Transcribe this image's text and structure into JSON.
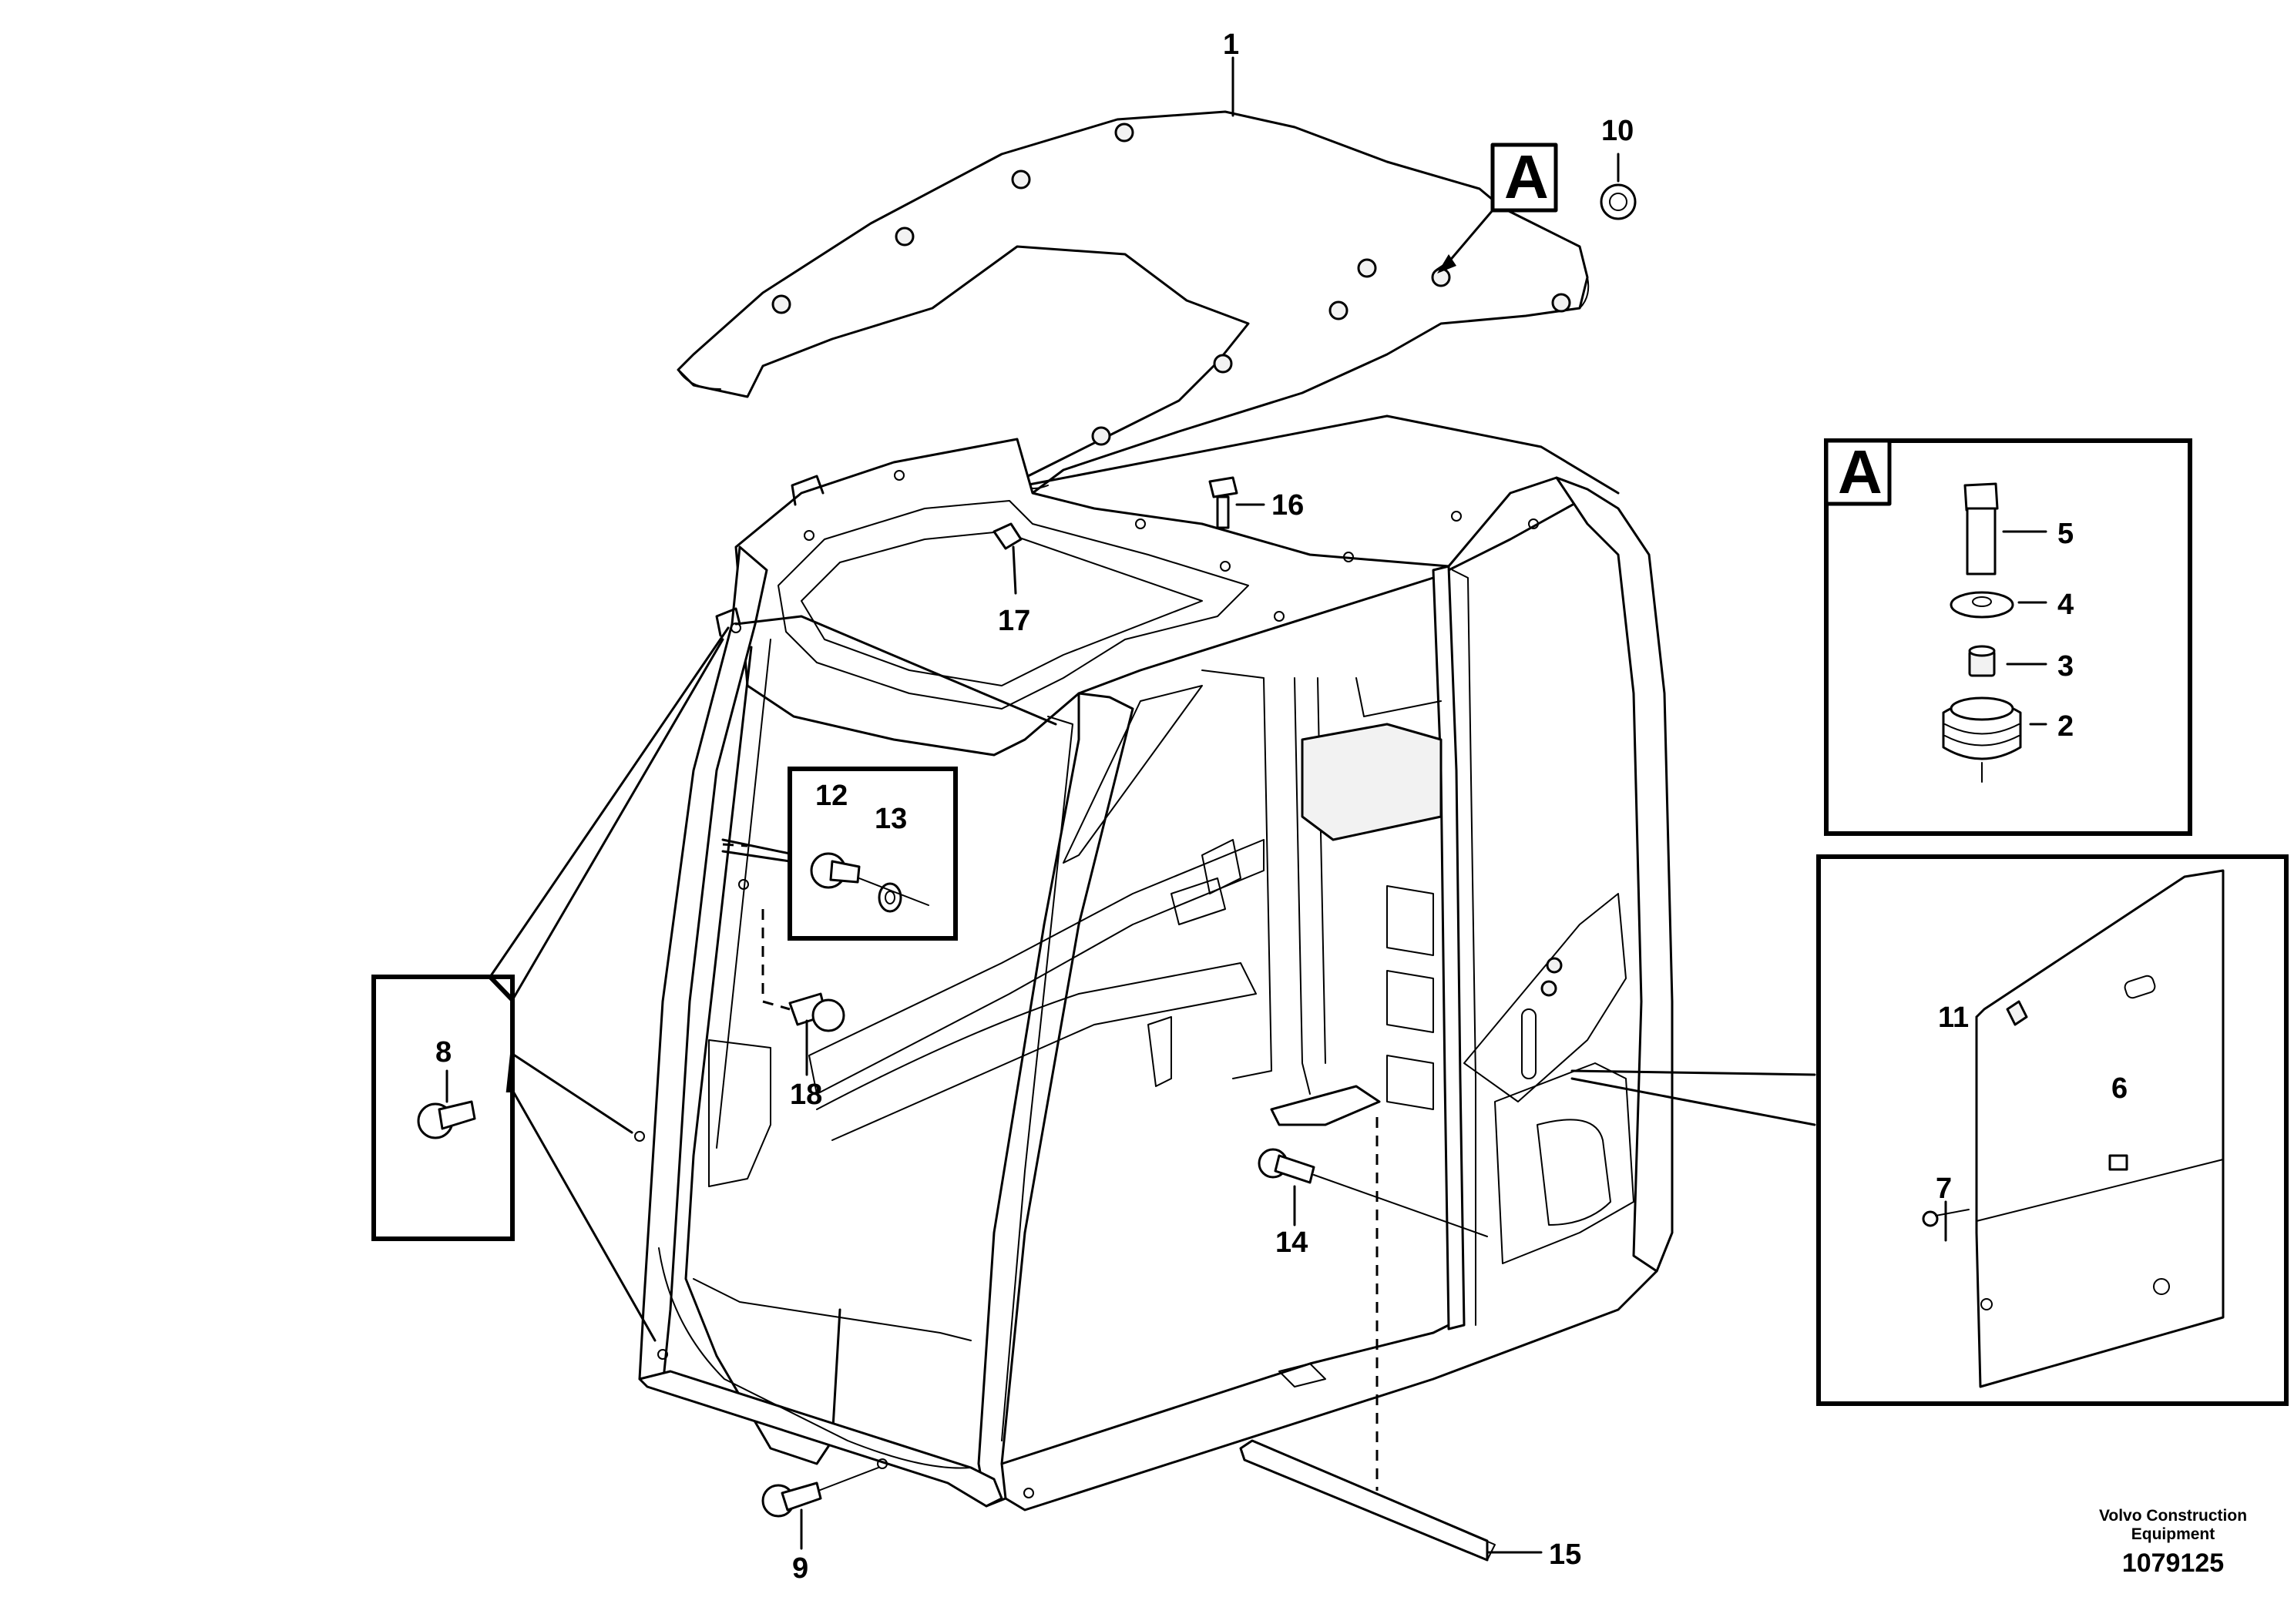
{
  "callouts": {
    "c1": "1",
    "c2": "2",
    "c3": "3",
    "c4": "4",
    "c5": "5",
    "c6": "6",
    "c7": "7",
    "c8": "8",
    "c9": "9",
    "c10": "10",
    "c11": "11",
    "c12": "12",
    "c13": "13",
    "c14": "14",
    "c15": "15",
    "c16": "16",
    "c17": "17",
    "c18": "18"
  },
  "detail_marker": "A",
  "detail_box_label": "A",
  "footer": {
    "brand_line1": "Volvo Construction",
    "brand_line2": "Equipment",
    "drawing_number": "1079125"
  }
}
